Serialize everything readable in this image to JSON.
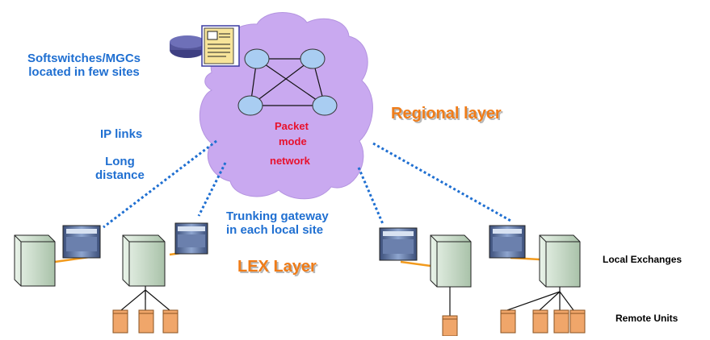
{
  "labels": {
    "softswitches": "Softswitches/MGCs\nlocated in few sites",
    "ip_links": "IP links",
    "long_distance": "Long\ndistance",
    "packet": "Packet",
    "mode": "mode",
    "network": "network",
    "regional_layer": "Regional layer",
    "trunking_gateway": "Trunking gateway\nin each local site",
    "lex_layer": "LEX Layer",
    "local_exchanges": "Local Exchanges",
    "remote_units": "Remote Units"
  },
  "colors": {
    "cloud": "#c9a9f0",
    "router": "#a9cdf2",
    "link_dotted": "#1f6fd1",
    "exchange": "#c2d6c2",
    "remote_unit": "#f0a66a",
    "trunk_link": "#f29a1c",
    "label_blue": "#1f6fd1",
    "label_red": "#e8112d",
    "label_orange": "#f07c18"
  }
}
